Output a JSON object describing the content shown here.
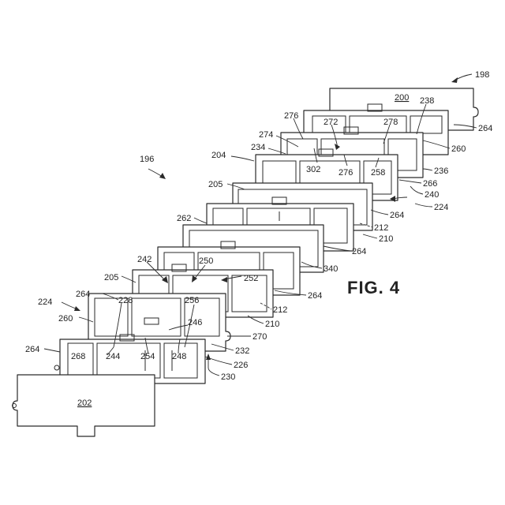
{
  "figure": {
    "caption": "FIG. 4",
    "assembly_ref": "196"
  },
  "plates": [
    {
      "label": "200"
    },
    {
      "label": ""
    },
    {
      "label": ""
    },
    {
      "label": ""
    },
    {
      "label": ""
    },
    {
      "label": ""
    },
    {
      "label": ""
    },
    {
      "label": ""
    },
    {
      "label": ""
    },
    {
      "label": ""
    },
    {
      "label": "202"
    }
  ],
  "refs": {
    "r198": "198",
    "r238": "238",
    "r264a": "264",
    "r276a": "276",
    "r272": "272",
    "r278": "278",
    "r260a": "260",
    "r274": "274",
    "r234": "234",
    "r204": "204",
    "r302": "302",
    "r276b": "276",
    "r258": "258",
    "r236": "236",
    "r266": "266",
    "r240": "240",
    "r224a": "224",
    "r205a": "205",
    "r264b": "264",
    "r212a": "212",
    "r262": "262",
    "r210a": "210",
    "r264c": "264",
    "r340": "340",
    "r242": "242",
    "r250": "250",
    "r252": "252",
    "r205b": "205",
    "r264d": "264",
    "r228": "228",
    "r256": "256",
    "r224b": "224",
    "r212b": "212",
    "r210b": "210",
    "r260b": "260",
    "r246": "246",
    "r270": "270",
    "r264e": "264",
    "r268": "268",
    "r244": "244",
    "r254": "254",
    "r248": "248",
    "r232": "232",
    "r226": "226",
    "r230": "230"
  }
}
